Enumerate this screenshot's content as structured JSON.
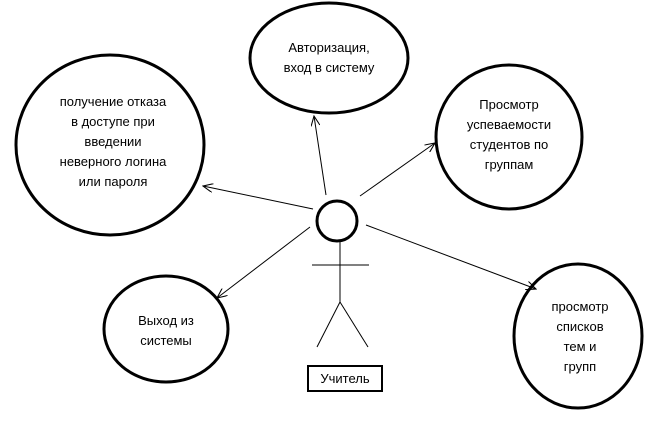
{
  "use_cases": {
    "auth": {
      "lines": [
        "Авторизация,",
        "вход в систему"
      ]
    },
    "progress": {
      "lines": [
        "Просмотр",
        "успеваемости",
        "студентов  по",
        "группам"
      ]
    },
    "denied": {
      "lines": [
        "получение  отказа",
        "в доступе  при",
        "введении",
        "неверного логина",
        "или пароля"
      ]
    },
    "exit": {
      "lines": [
        "Выход  из",
        "системы"
      ]
    },
    "topics": {
      "lines": [
        "просмотр",
        "списков",
        "тем  и",
        "групп"
      ]
    }
  },
  "actor": {
    "label": "Учитель"
  }
}
